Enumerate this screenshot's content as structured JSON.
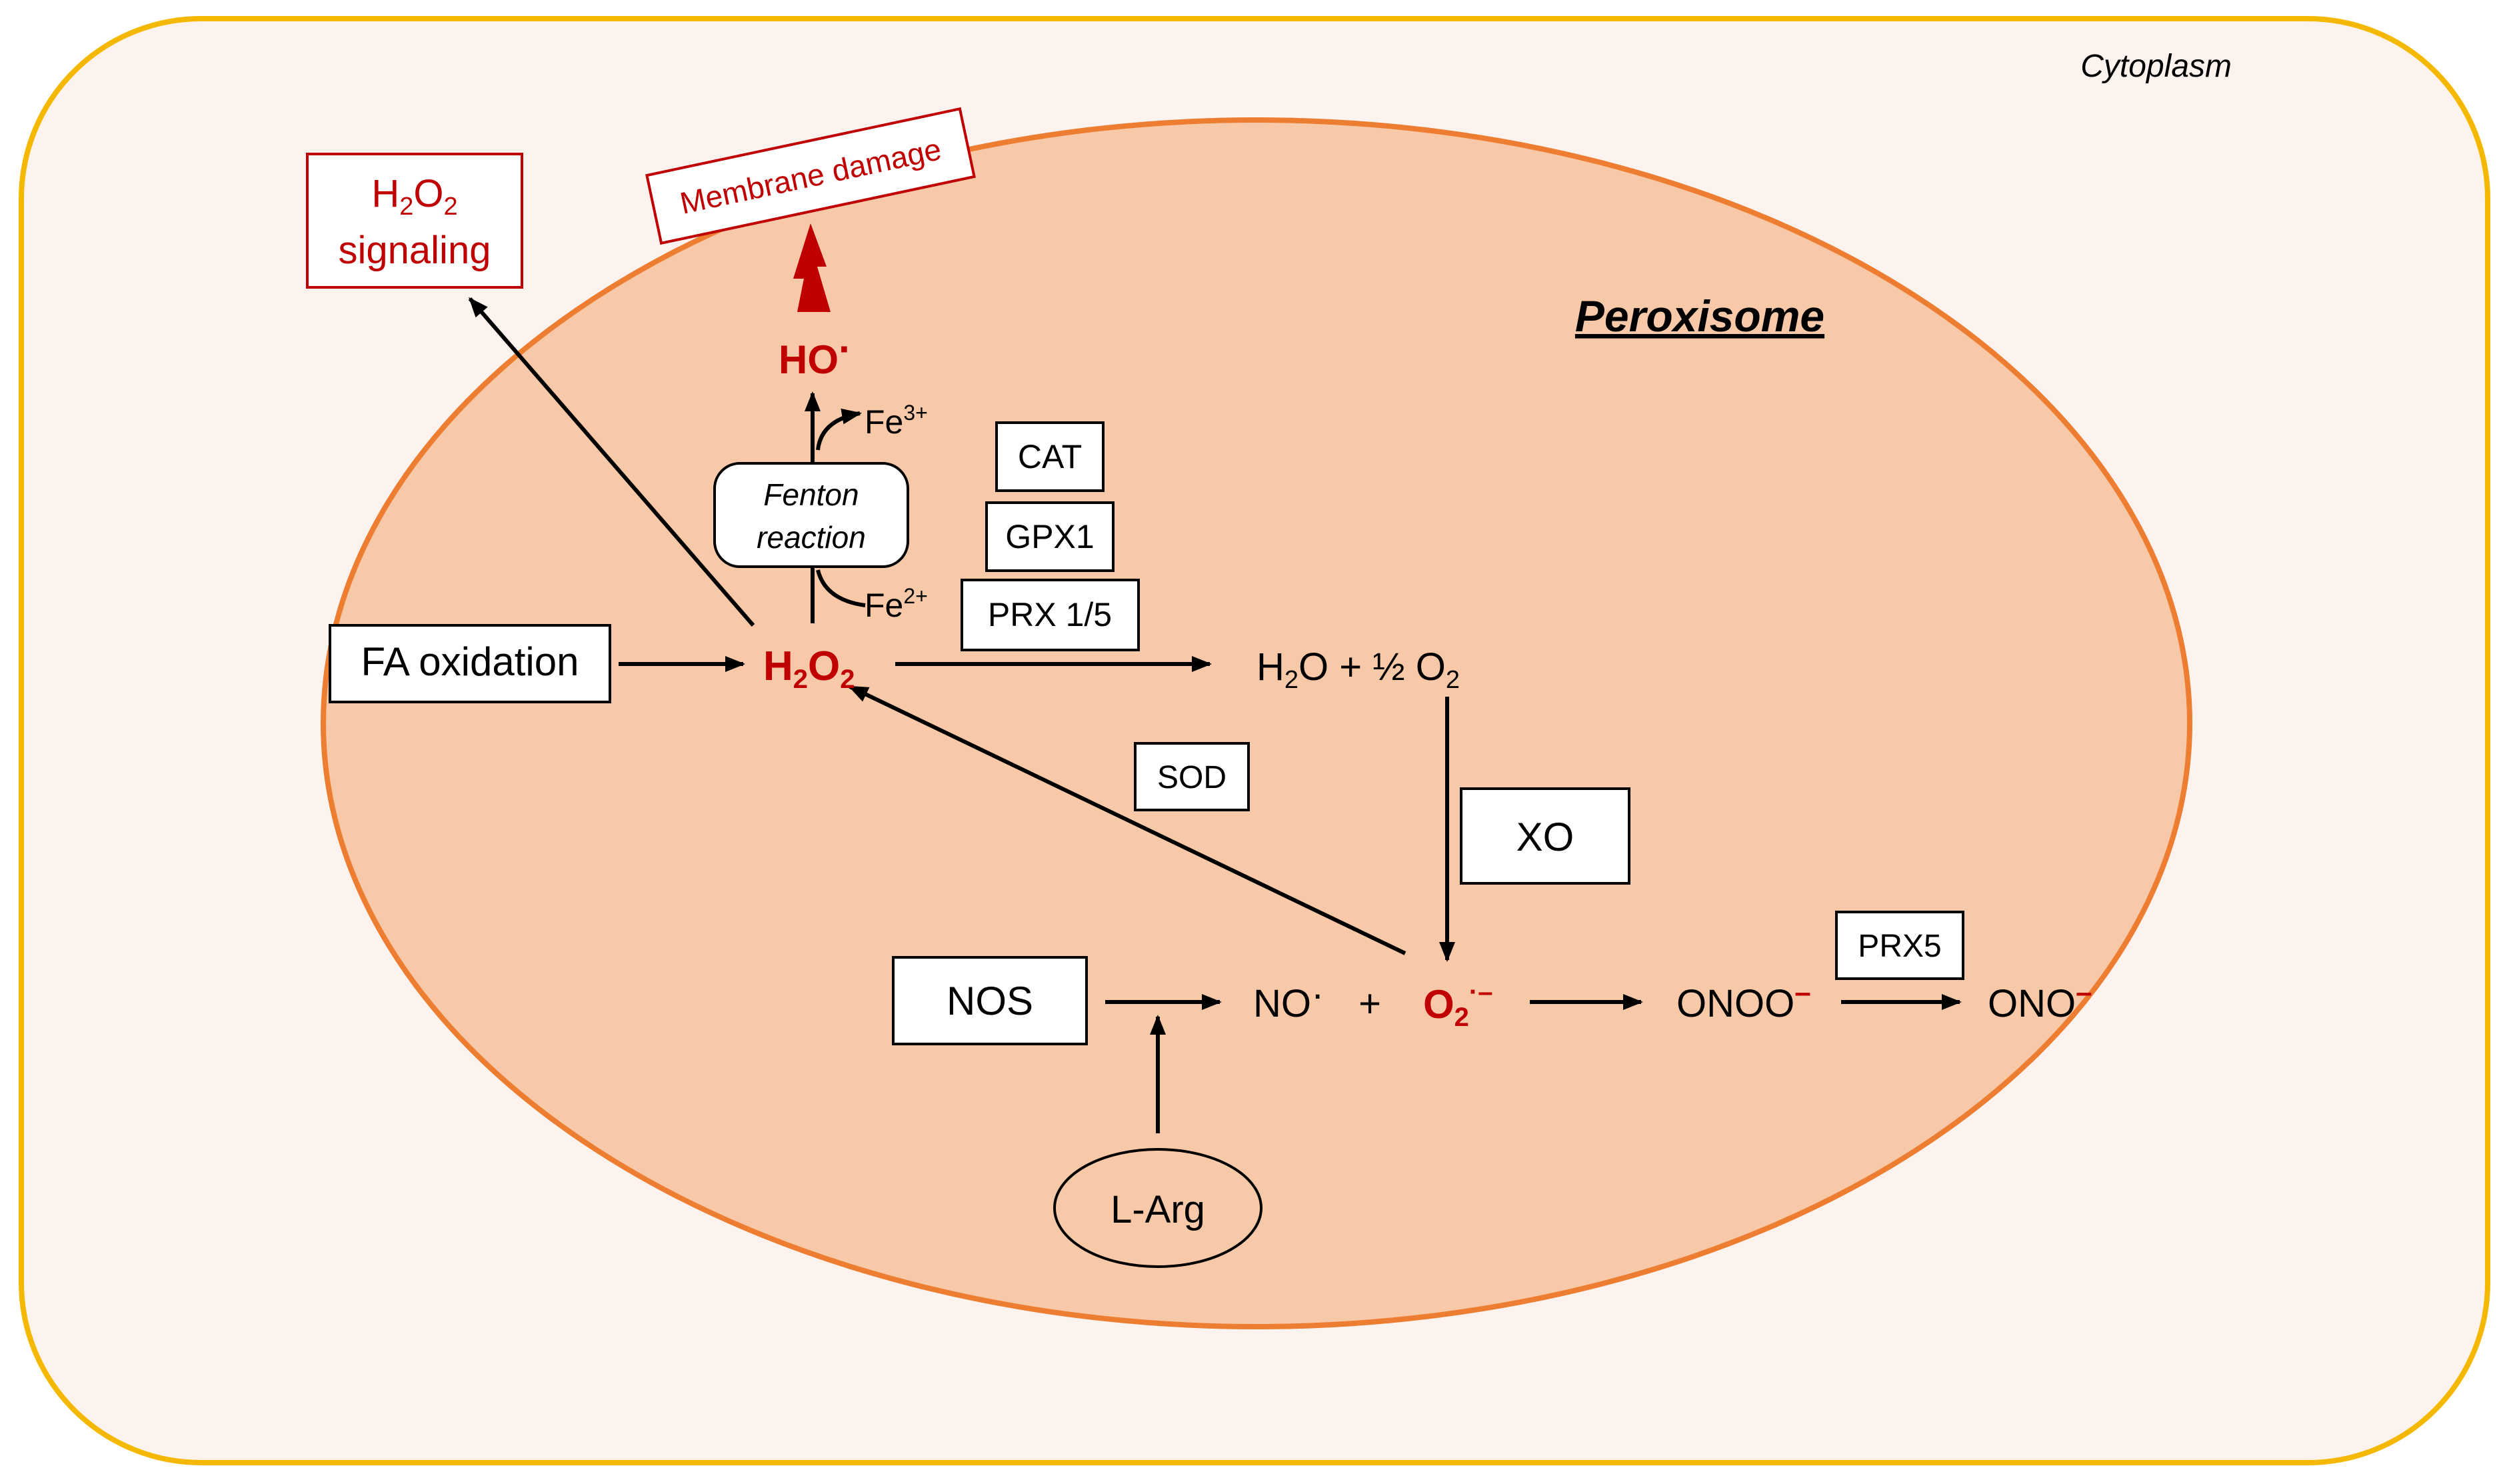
{
  "regions": {
    "cytoplasm": "Cytoplasm",
    "peroxisome": "Peroxisome"
  },
  "colors": {
    "cytoplasm_fill": "#fdf3ee",
    "cytoplasm_border": "#f5b800",
    "peroxisome_fill": "#f8c9a8",
    "peroxisome_border": "#ed7d31",
    "ros_red": "#c00000"
  },
  "boxes": {
    "h2o2_signaling": {
      "line1_main": "H",
      "line1_sub1": "2",
      "line1_mid": "O",
      "line1_sub2": "2",
      "line2": "signaling"
    },
    "membrane_damage": "Membrane damage",
    "fa_oxidation": "FA oxidation",
    "fenton": {
      "line1": "Fenton",
      "line2": "reaction"
    },
    "cat": "CAT",
    "gpx1": "GPX1",
    "prx15": "PRX 1/5",
    "sod": "SOD",
    "xo": "XO",
    "nos": "NOS",
    "prx5": "PRX5",
    "larg": "L-Arg"
  },
  "species": {
    "h2o2": {
      "a": "H",
      "sub1": "2",
      "b": "O",
      "sub2": "2"
    },
    "ho": {
      "main": "HO",
      "dot": "·"
    },
    "fe3": {
      "main": "Fe",
      "sup": "3+"
    },
    "fe2": {
      "main": "Fe",
      "sup": "2+"
    },
    "water_oxygen": {
      "a": "H",
      "sub1": "2",
      "b": "O + ½ O",
      "sub2": "2"
    },
    "no": {
      "main": "NO",
      "dot": "·"
    },
    "plus": "+",
    "superoxide": {
      "main": "O",
      "sub": "2",
      "sup": "·–"
    },
    "peroxynitrite": {
      "main": "ONOO",
      "sup": "–"
    },
    "nitrite": {
      "main": "ONO",
      "sup": "–"
    }
  }
}
